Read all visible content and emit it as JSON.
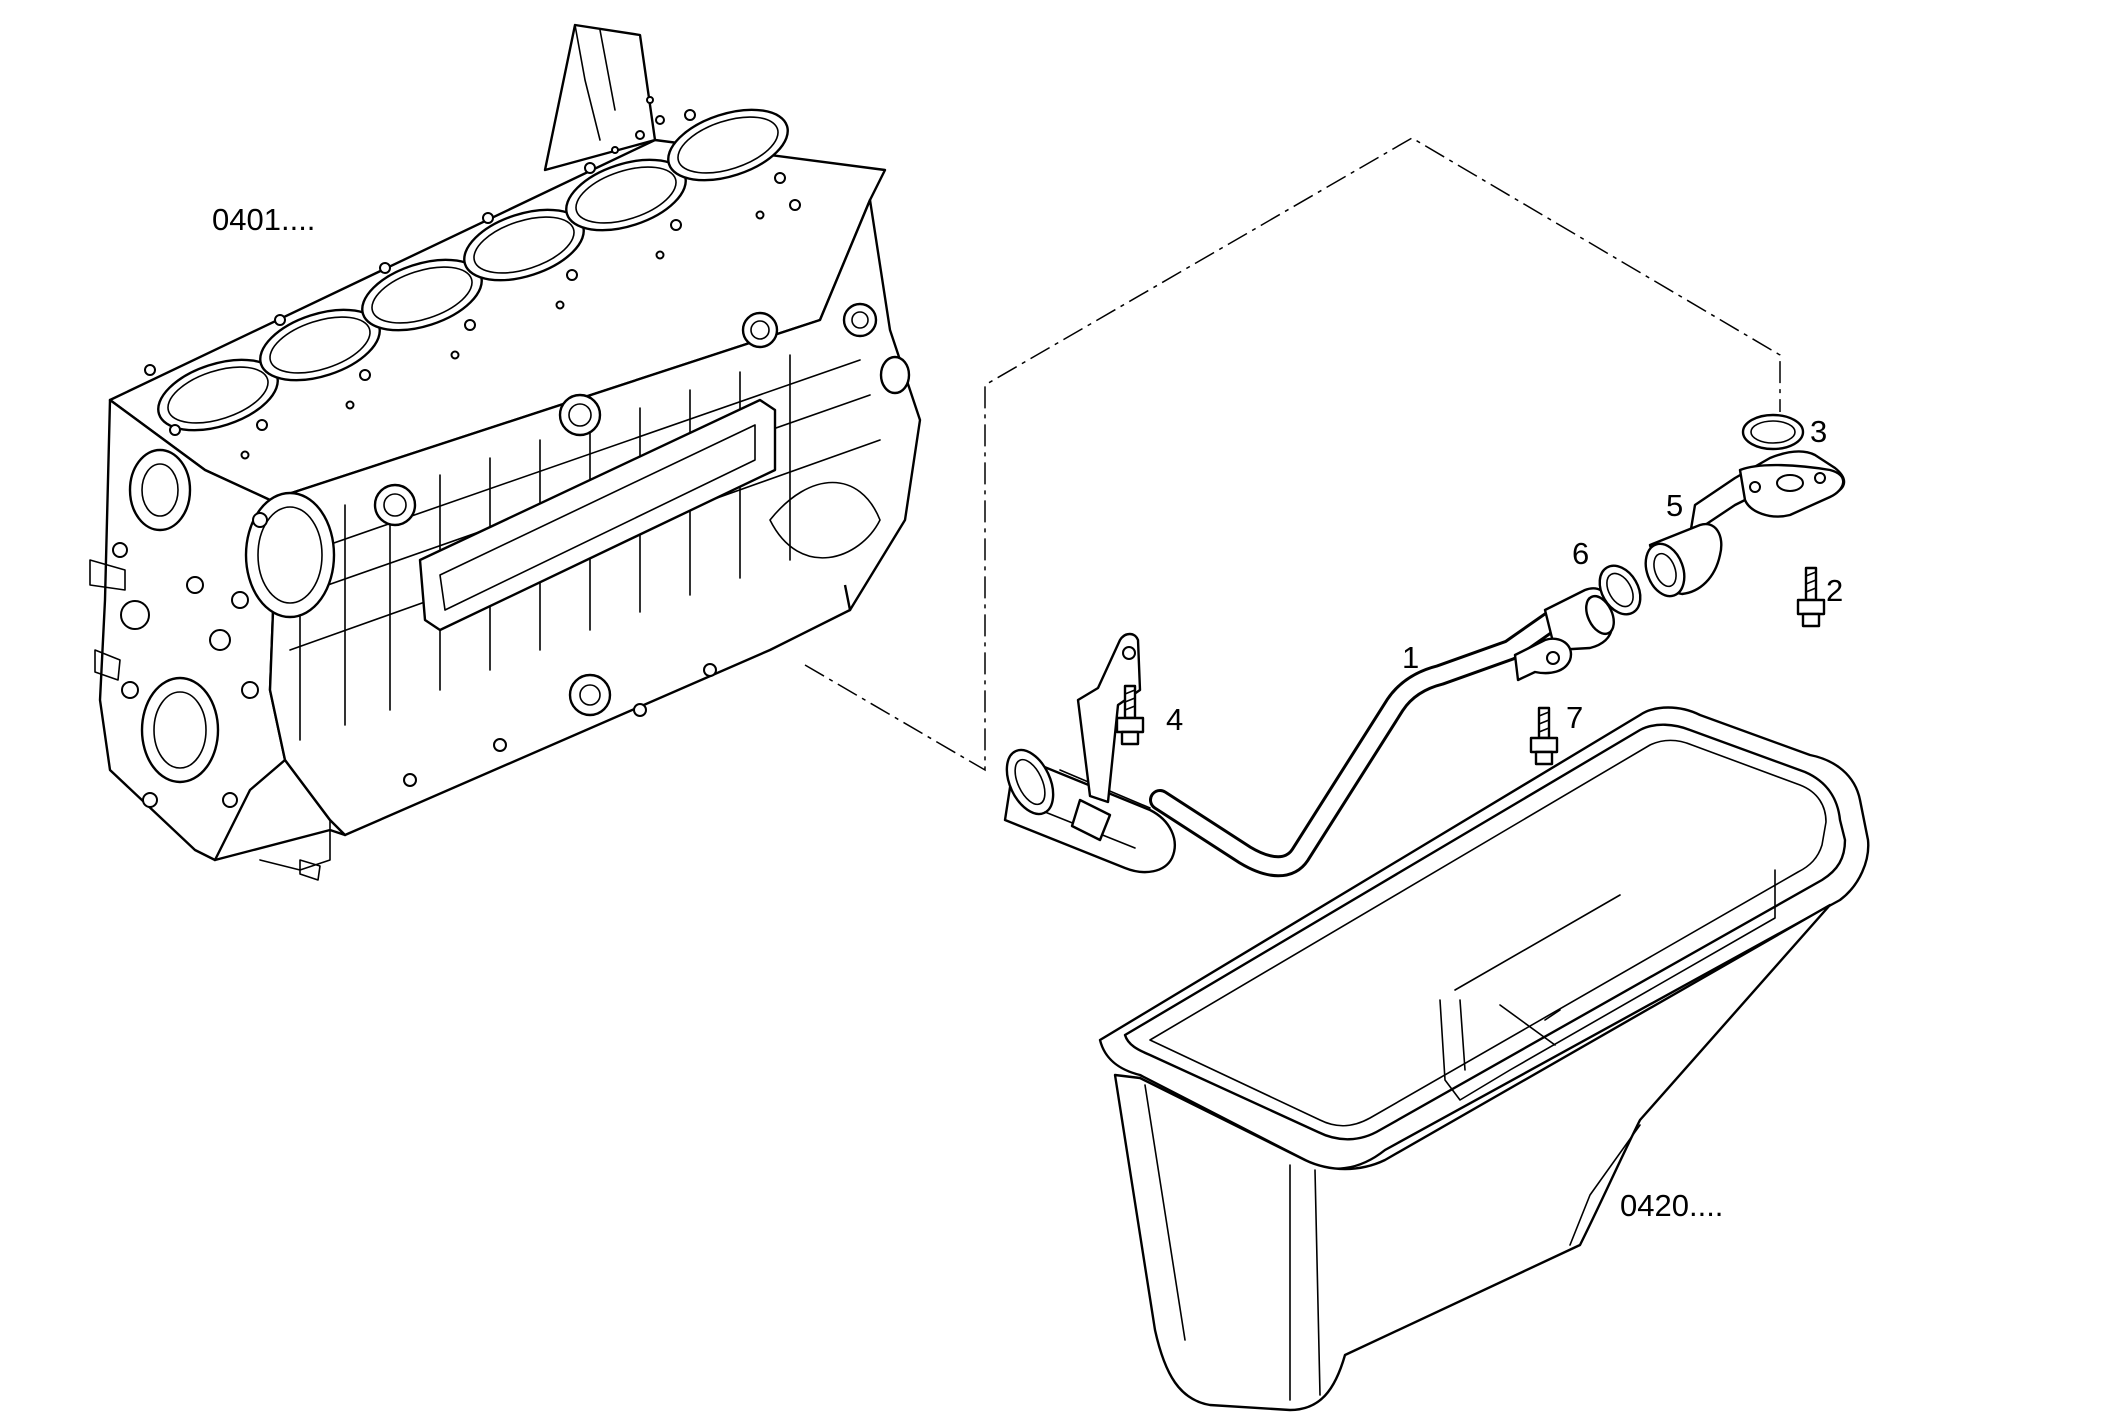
{
  "refs": {
    "engine_block": "0401....",
    "oil_pan": "0420...."
  },
  "callouts": [
    {
      "id": "1",
      "text": "1"
    },
    {
      "id": "2",
      "text": "2"
    },
    {
      "id": "3",
      "text": "3"
    },
    {
      "id": "4",
      "text": "4"
    },
    {
      "id": "5",
      "text": "5"
    },
    {
      "id": "6",
      "text": "6"
    },
    {
      "id": "7",
      "text": "7"
    }
  ],
  "colors": {
    "ink": "#000000",
    "paper": "#ffffff"
  }
}
